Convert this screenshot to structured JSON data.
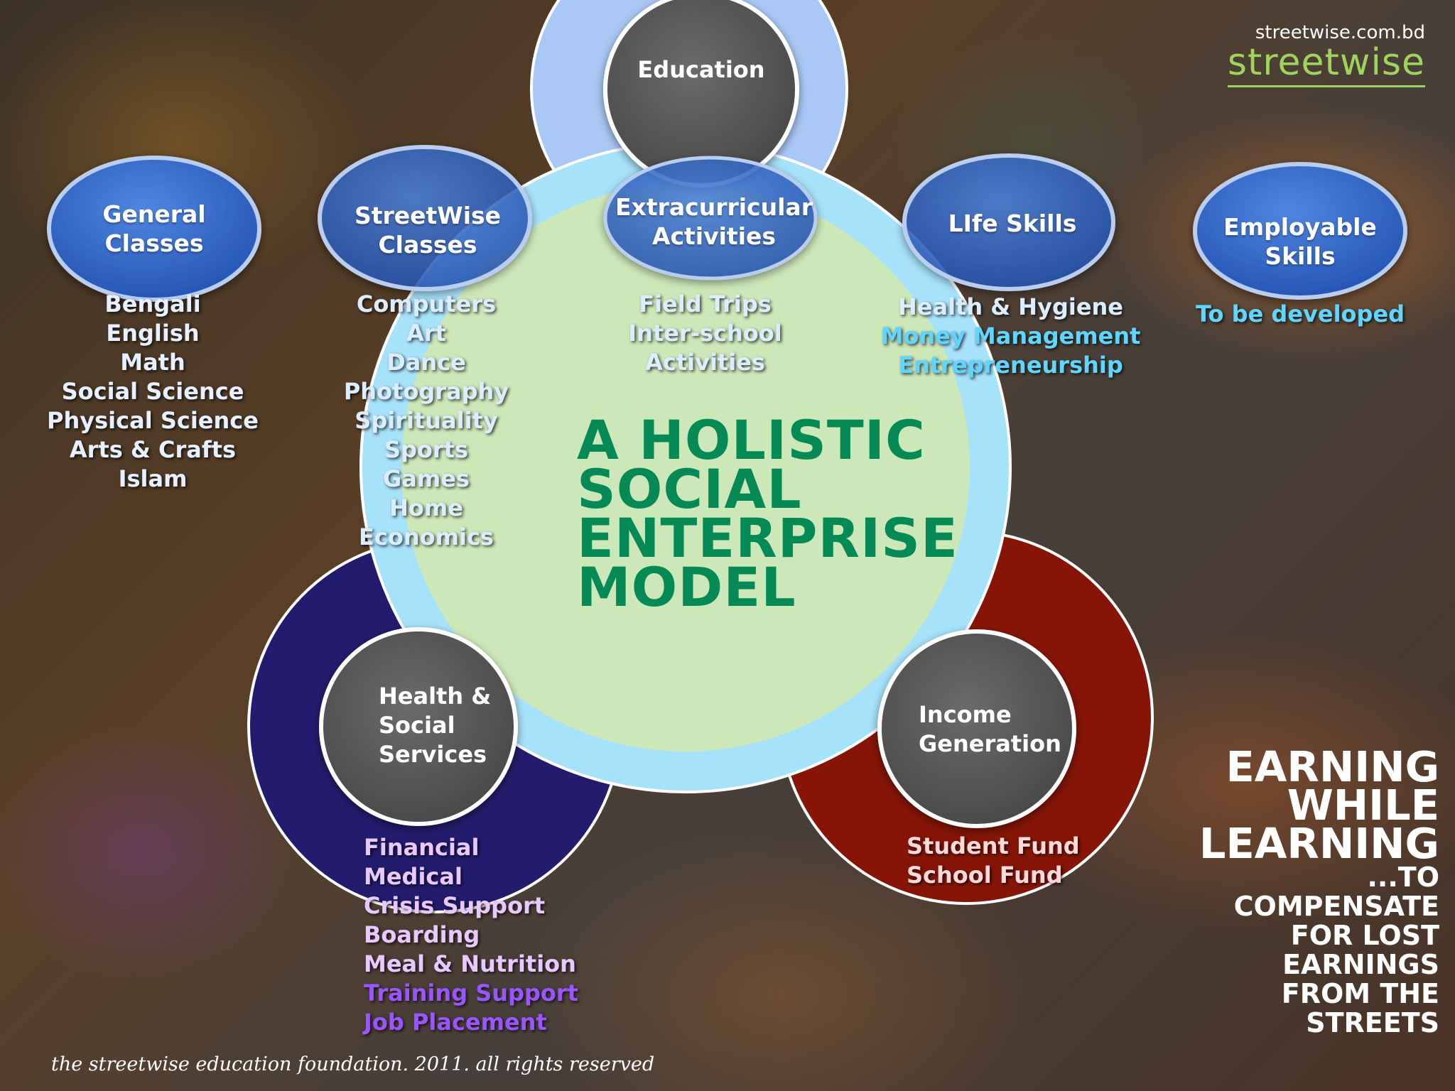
{
  "branding": {
    "url": "streetwise.com.bd",
    "wordmark": "streetwise"
  },
  "headline": {
    "line1": "A HOLISTIC",
    "line2": "SOCIAL",
    "line3": "ENTERPRISE",
    "line4": "MODEL"
  },
  "categories": {
    "general_classes": {
      "line1": "General",
      "line2": "Classes"
    },
    "streetwise_classes": {
      "line1": "StreetWise",
      "line2": "Classes"
    },
    "extracurricular": {
      "line1": "Extracurricular",
      "line2": "Activities"
    },
    "life_skills": {
      "label": "LIfe Skills"
    },
    "employable_skills": {
      "line1": "Employable",
      "line2": "Skills"
    },
    "education": {
      "label": "Education"
    },
    "health_social": {
      "line1": "Health &",
      "line2": "Social",
      "line3": "Services"
    },
    "income_generation": {
      "line1": "Income",
      "line2": "Generation"
    }
  },
  "lists": {
    "general_classes": [
      "Bengali",
      "English",
      "Math",
      "Social Science",
      "Physical Science",
      "Arts & Crafts",
      "Islam"
    ],
    "streetwise_classes": [
      "Computers",
      "Art",
      "Dance",
      "Photography",
      "Spirituality",
      "Sports",
      "Games",
      "Home",
      "Economics"
    ],
    "extracurricular": [
      "Field Trips",
      "Inter-school",
      "Activities"
    ],
    "life_skills": [
      "Health & Hygiene",
      "Money Management",
      "Entrepreneurship"
    ],
    "employable_skills": [
      "To be developed"
    ],
    "health_social": [
      "Financial",
      "Medical",
      "Crisis Support",
      "Boarding",
      "Meal & Nutrition",
      "Training Support",
      "Job Placement"
    ],
    "income_generation": [
      "Student Fund",
      "School Fund"
    ]
  },
  "earning": {
    "line1": "EARNING",
    "line2": "WHILE",
    "line3": "LEARNING",
    "line4": "...TO",
    "line5": "COMPENSATE",
    "line6": "FOR LOST",
    "line7": "EARNINGS",
    "line8": "FROM THE",
    "line9": "STREETS"
  },
  "footer": "the streetwise education foundation. 2011. all rights reserved",
  "colors": {
    "headline_green": "#058a55",
    "list_lavender": "#e8c8ff",
    "list_purple": "#9a55ff",
    "list_cyan": "#5fd6ff",
    "list_pale_blue": "#dbeeff",
    "list_light_blue": "#cfe2ff",
    "list_pink": "#ffd8d8",
    "brand_green": "#9fd35c"
  }
}
